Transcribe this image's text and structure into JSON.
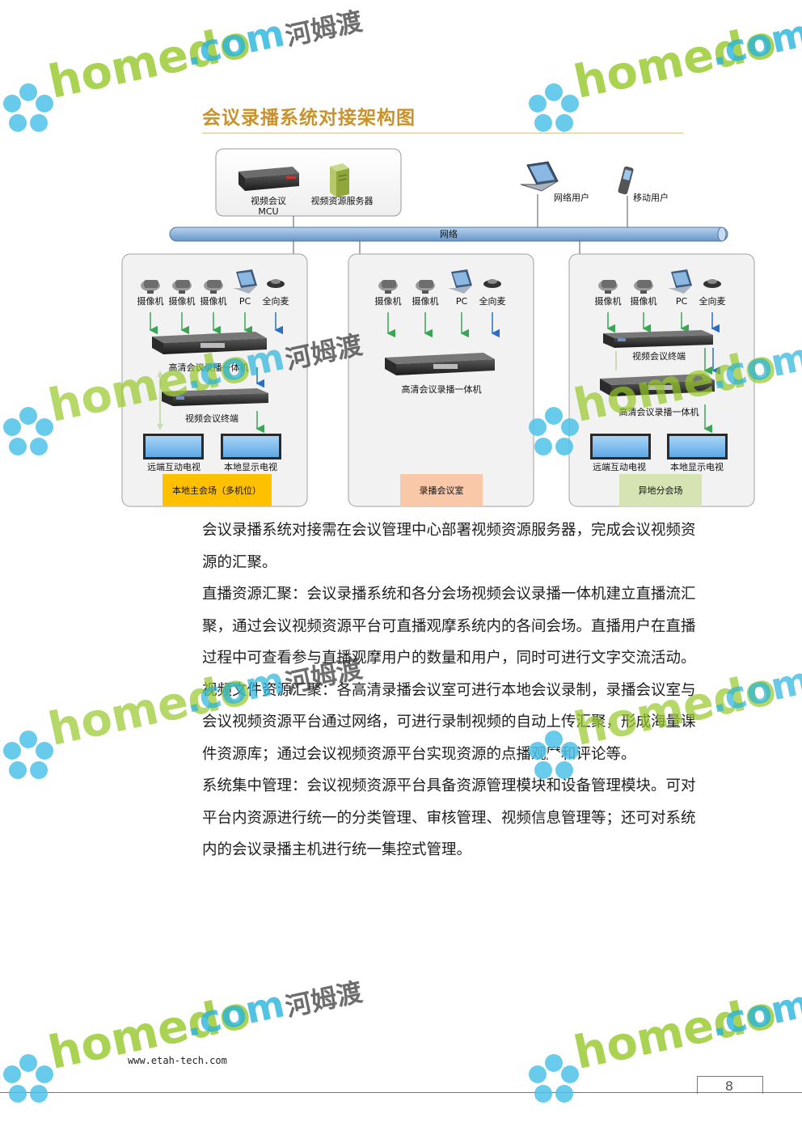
{
  "title": "会议录播系统对接架构图",
  "diagram": {
    "top_box": {
      "mcu_label_1": "视频会议",
      "mcu_label_2": "MCU",
      "server_label": "视频资源服务器"
    },
    "network_users": {
      "network_user": "网络用户",
      "mobile_user": "移动用户"
    },
    "network_bus": "网络",
    "left_room": {
      "devices": [
        "摄像机",
        "摄像机",
        "摄像机",
        "PC",
        "全向麦"
      ],
      "recorder": "高清会议录播一体机",
      "terminal": "视频会议终端",
      "tv_remote": "远端互动电视",
      "tv_local": "本地显示电视",
      "name": "本地主会场（多机位）",
      "name_color": "#ffc000"
    },
    "middle_room": {
      "devices": [
        "摄像机",
        "摄像机",
        "PC",
        "全向麦"
      ],
      "recorder": "高清会议录播一体机",
      "name": "录播会议室",
      "name_color": "#f9c8a8"
    },
    "right_room": {
      "devices": [
        "摄像机",
        "摄像机",
        "PC",
        "全向麦"
      ],
      "terminal": "视频会议终端",
      "recorder": "高清会议录播一体机",
      "tv_remote": "远端互动电视",
      "tv_local": "本地显示电视",
      "name": "异地分会场",
      "name_color": "#d6e4b4"
    }
  },
  "body": {
    "p1": "会议录播系统对接需在会议管理中心部署视频资源服务器，完成会议视频资源的汇聚。",
    "p2": "直播资源汇聚：会议录播系统和各分会场视频会议录播一体机建立直播流汇聚，通过会议视频资源平台可直播观摩系统内的各间会场。直播用户在直播过程中可查看参与直播观摩用户的数量和用户，同时可进行文字交流活动。",
    "p3": "视频文件资源汇聚：各高清录播会议室可进行本地会议录制，录播会议室与会议视频资源平台通过网络，可进行录制视频的自动上传汇聚，形成海量课件资源库；通过会议视频资源平台实现资源的点播观摩和评论等。",
    "p4": "系统集中管理：会议视频资源平台具备资源管理模块和设备管理模块。可对平台内资源进行统一的分类管理、审核管理、视频信息管理等；还可对系统内的会议录播主机进行统一集控式管理。"
  },
  "footer": {
    "url": "www.etah-tech.com",
    "page": "8"
  },
  "watermark": {
    "brand": "homedo",
    "domain": ".com",
    "cn": "河姆渡"
  }
}
